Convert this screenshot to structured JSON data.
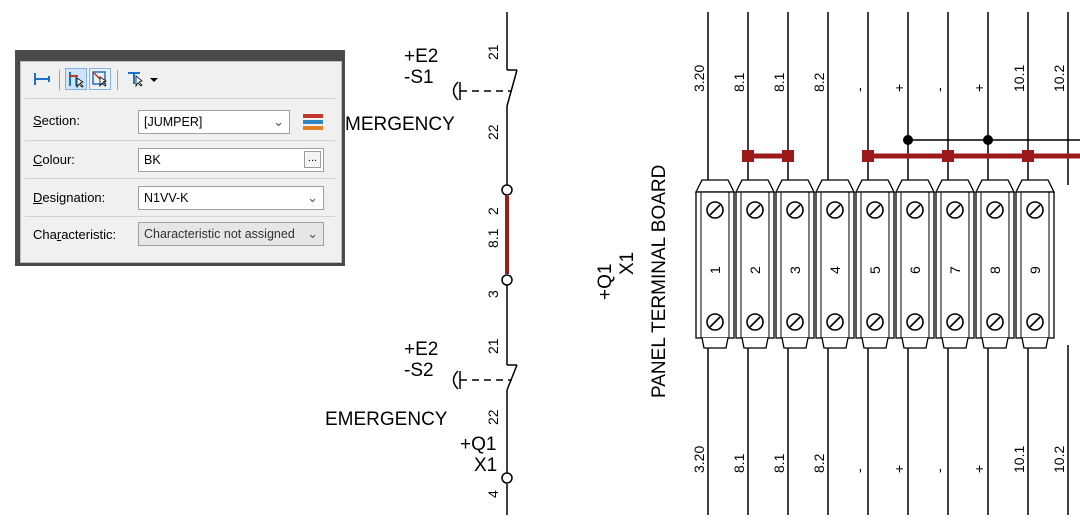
{
  "properties_panel": {
    "section": {
      "label_u": "S",
      "label_rest": "ection:",
      "value": "[JUMPER]",
      "color_swatch": [
        "#c0392b",
        "#2e86c1",
        "#e67e22"
      ]
    },
    "colour": {
      "label_u": "C",
      "label_rest": "olour:",
      "value": "BK",
      "browse": "..."
    },
    "designation": {
      "label_u": "D",
      "label_rest": "esignation:",
      "value": "N1VV-K"
    },
    "characteristic": {
      "label_pre": "Cha",
      "label_u": "r",
      "label_rest": "acteristic:",
      "value": "Characteristic not assigned"
    },
    "toolbar_icons": [
      "wire-tool-icon",
      "jumper-select-icon",
      "jumper-cross-icon",
      "select-arrow-icon",
      "dropdown-arrow-icon"
    ]
  },
  "schematic": {
    "top_switch": {
      "ref1": "+E2",
      "ref2": "-S1",
      "label": "MERGENCY",
      "pin_top": "21",
      "pin_bottom": "22"
    },
    "jumper_wire": {
      "pin_top": "2",
      "wire": "8.1",
      "pin_bottom": "3",
      "color": "#9b1b1b"
    },
    "bottom_switch": {
      "ref1": "+E2",
      "ref2": "-S2",
      "label": "EMERGENCY",
      "pin_top": "21",
      "pin_bottom": "22"
    },
    "terminal_ref": {
      "ref1": "+Q1",
      "ref2": "X1",
      "pin": "4"
    }
  },
  "terminal_board": {
    "ref1": "+Q1",
    "ref2": "X1",
    "title": "PANEL TERMINAL BOARD",
    "top_wires": [
      "3.20",
      "8.1",
      "8.1",
      "8.2",
      "-",
      "+",
      "-",
      "+",
      "10.1",
      "10.2"
    ],
    "bottom_wires": [
      "3.20",
      "8.1",
      "8.1",
      "8.2",
      "-",
      "+",
      "-",
      "+",
      "10.1",
      "10.2"
    ],
    "terminals": [
      "1",
      "2",
      "3",
      "4",
      "5",
      "6",
      "7",
      "8",
      "9"
    ],
    "jumper_color": "#9b1b1b"
  }
}
